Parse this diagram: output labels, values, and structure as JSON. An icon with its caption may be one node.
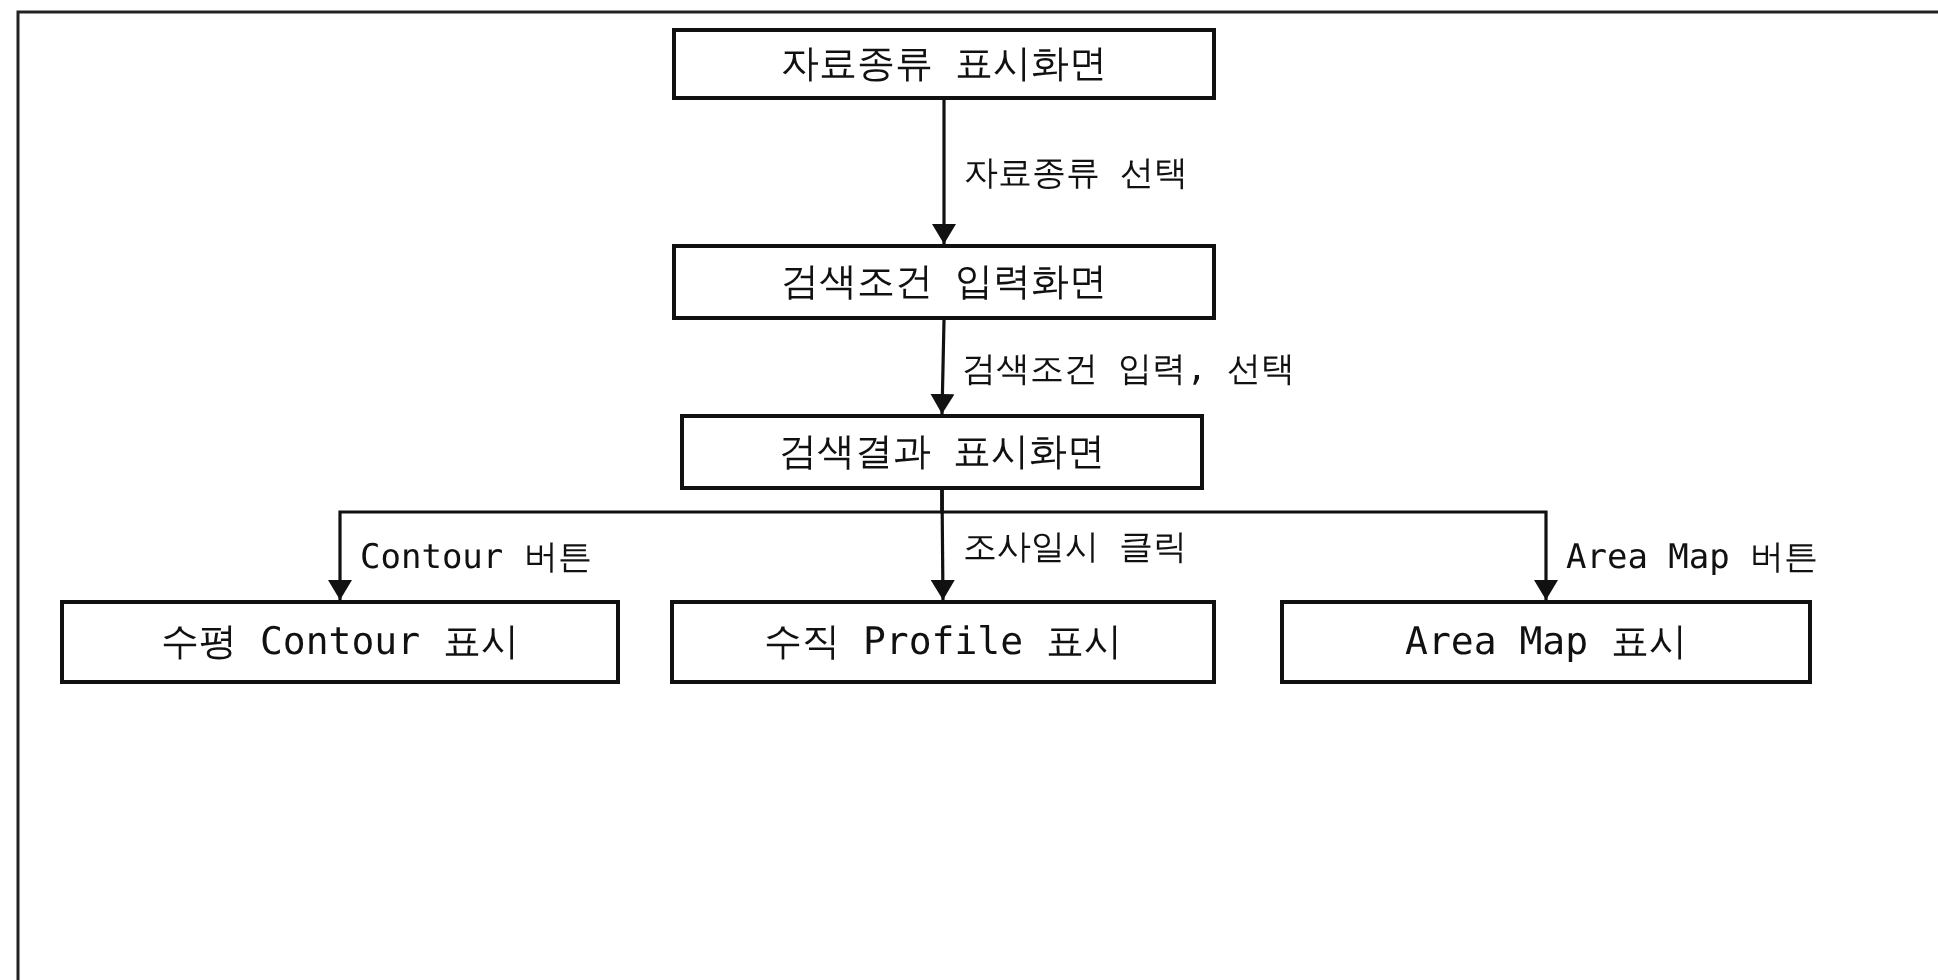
{
  "diagram": {
    "nodes": [
      {
        "text": [
          "자료종류 표시화면"
        ]
      },
      {
        "text": [
          "검색조건 입력화면"
        ]
      },
      {
        "text": [
          "검색결과 표시화면"
        ]
      },
      {
        "text": [
          "수평 Contour 표시"
        ]
      },
      {
        "text": [
          "수직 Profile 표시"
        ]
      },
      {
        "text": [
          "Area Map 표시"
        ]
      }
    ],
    "edges": [
      {
        "from": 0,
        "to": 1,
        "arrow": "to",
        "label": "자료종류 선택"
      },
      {
        "from": 1,
        "to": 2,
        "arrow": "to",
        "label": "검색조건 입력, 선택"
      },
      {
        "from": 2,
        "to": 3,
        "arrow": "to",
        "label": "Contour 버튼"
      },
      {
        "from": 2,
        "to": 4,
        "arrow": "to",
        "label": "조사일시 클릭"
      },
      {
        "from": 2,
        "to": 5,
        "arrow": "to",
        "label": "Area Map 버튼"
      }
    ]
  }
}
